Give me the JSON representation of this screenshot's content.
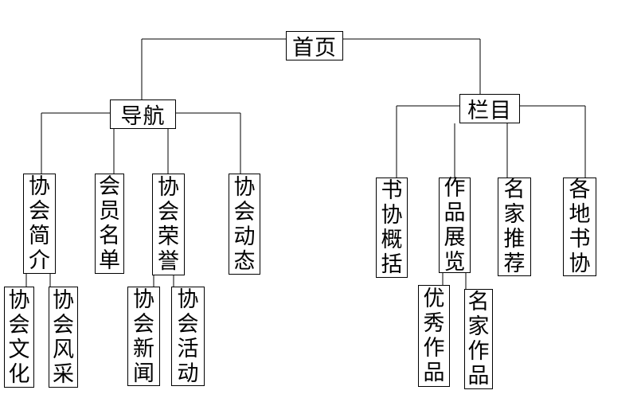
{
  "tree": {
    "root": "首页",
    "nav": {
      "label": "导航",
      "children": [
        {
          "label": "协会简介",
          "children": [
            "协会文化",
            "协会风采"
          ]
        },
        {
          "label": "会员名单"
        },
        {
          "label": "协会荣誉",
          "children": [
            "协会新闻",
            "协会活动"
          ]
        },
        {
          "label": "协会动态"
        }
      ]
    },
    "columns": {
      "label": "栏目",
      "children": [
        {
          "label": "书协概括"
        },
        {
          "label": "作品展览",
          "children": [
            "优秀作品",
            "名家作品"
          ]
        },
        {
          "label": "名家推荐"
        },
        {
          "label": "各地书协"
        }
      ]
    }
  }
}
